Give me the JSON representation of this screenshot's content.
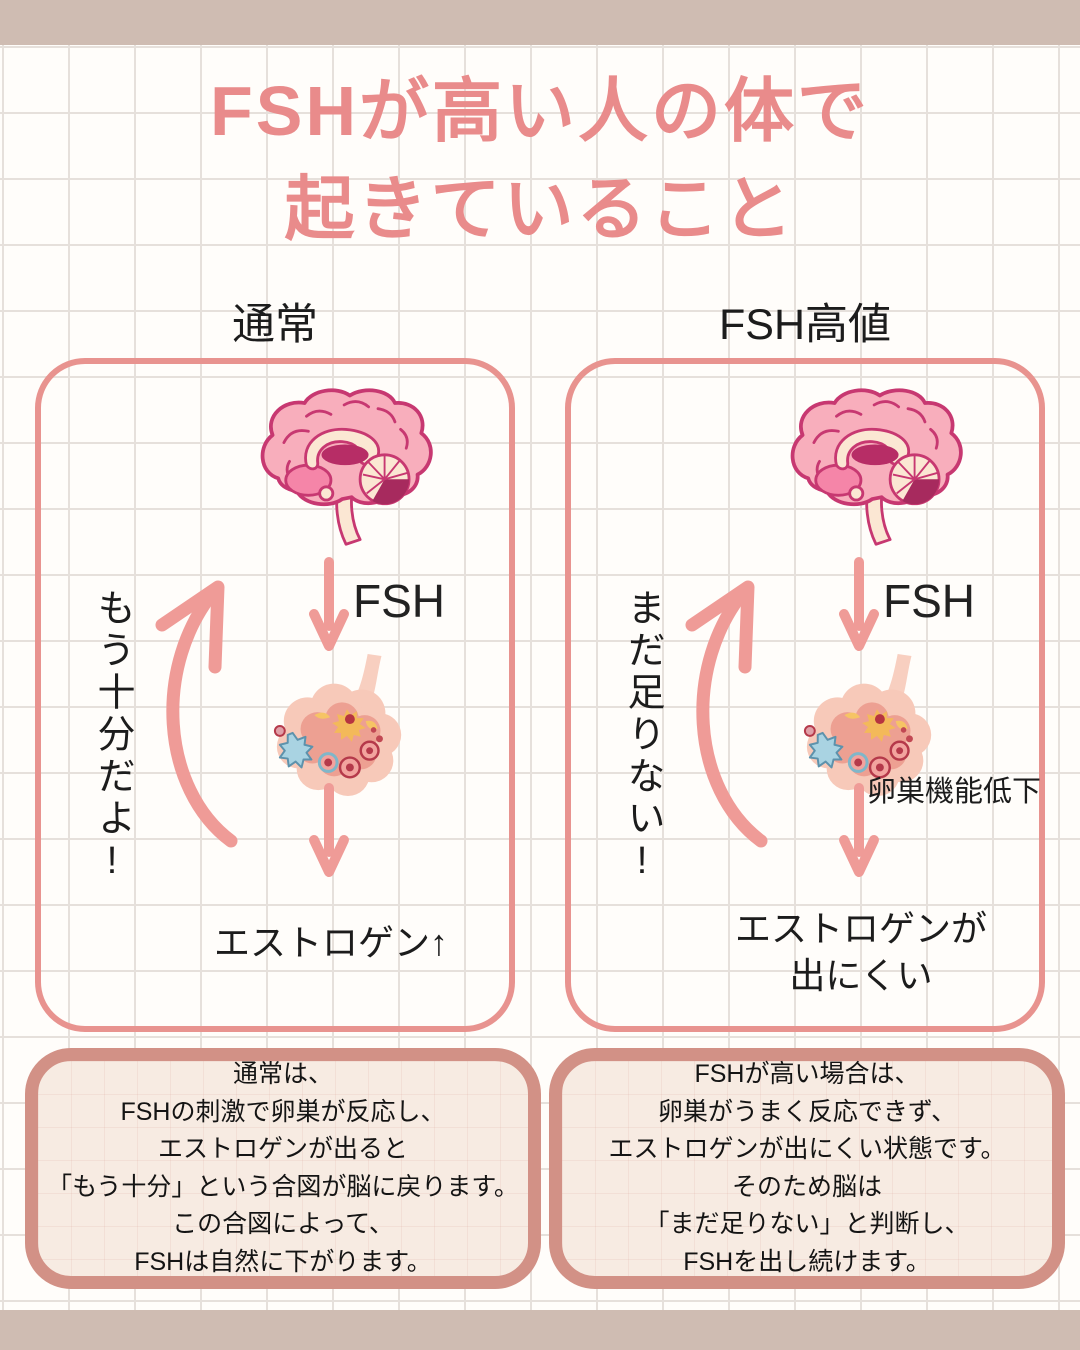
{
  "title": "FSHが高い人の体で\n起きていること",
  "colors": {
    "title-pink": "#e98b8b",
    "panel-border": "#e8938f",
    "arrow-pink": "#ef9b97",
    "box-border": "#d29186",
    "box-fill": "#f7ebe2",
    "bar-beige": "#cfbcb2"
  },
  "icons": {
    "brain": "brain-icon",
    "ovary": "ovary-icon",
    "down_arrow": "down-arrow-icon",
    "feedback_arrow": "curved-up-arrow-icon"
  },
  "panels": {
    "normal": {
      "header": "通常",
      "fsh_label": "FSH",
      "feedback_label": "もう十分だよ!",
      "result_label": "エストロゲン↑",
      "caption": "通常は、\nFSHの刺激で卵巣が反応し、\nエストロゲンが出ると\n「もう十分」という合図が脳に戻ります。\nこの合図によって、\nFSHは自然に下がります。"
    },
    "high": {
      "header": "FSH高値",
      "fsh_label": "FSH",
      "ovary_note": "卵巣機能低下",
      "feedback_label": "まだ足りない!",
      "result_label": "エストロゲンが\n出にくい",
      "caption": "FSHが高い場合は、\n卵巣がうまく反応できず、\nエストロゲンが出にくい状態です。\nそのため脳は\n「まだ足りない」と判断し、\nFSHを出し続けます。"
    }
  }
}
